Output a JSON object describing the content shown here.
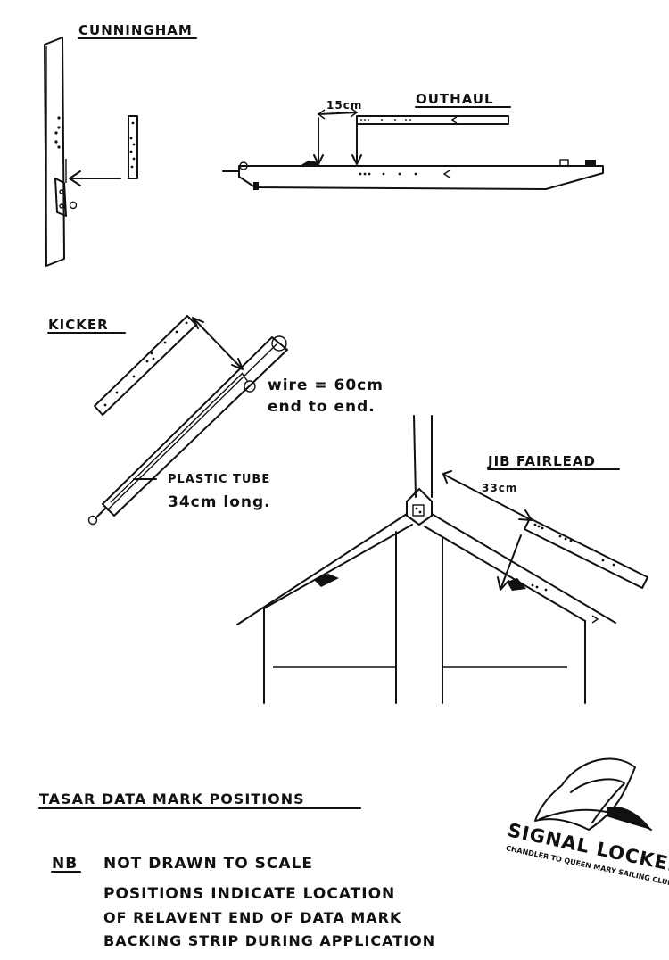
{
  "sections": {
    "cunningham": {
      "title": "CUNNINGHAM"
    },
    "outhaul": {
      "title": "OUTHAUL",
      "dimension": "15cm"
    },
    "kicker": {
      "title": "KICKER",
      "wire_line1": "wire = 60cm",
      "wire_line2": "end to end.",
      "tube_line1": "PLASTIC TUBE",
      "tube_line2": "34cm long."
    },
    "jib_fairlead": {
      "title": "JIB FAIRLEAD",
      "dimension": "33cm"
    }
  },
  "footer": {
    "heading": "TASAR DATA MARK POSITIONS",
    "nb_label": "NB",
    "note_line1": "NOT DRAWN TO SCALE",
    "note_line2": "POSITIONS INDICATE LOCATION",
    "note_line3": "OF RELAVENT END OF DATA MARK",
    "note_line4": "BACKING STRIP DURING APPLICATION"
  },
  "logo": {
    "name": "SIGNAL LOCKER",
    "tagline": "CHANDLER TO QUEEN MARY SAILING CLUB"
  }
}
